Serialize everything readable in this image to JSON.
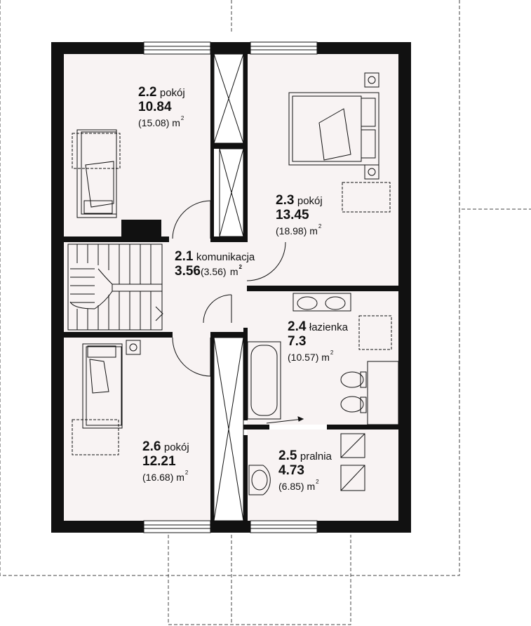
{
  "units": {
    "area": "m",
    "exp": "2"
  },
  "rooms": [
    {
      "id": "r22",
      "number": "2.2",
      "name": "pokój",
      "area": "10.84",
      "total": "(15.08)"
    },
    {
      "id": "r23",
      "number": "2.3",
      "name": "pokój",
      "area": "13.45",
      "total": "(18.98)"
    },
    {
      "id": "r21",
      "number": "2.1",
      "name": "komunikacja",
      "area": "3.56",
      "total": "(3.56)"
    },
    {
      "id": "r24",
      "number": "2.4",
      "name": "łazienka",
      "area": "7.3",
      "total": "(10.57)"
    },
    {
      "id": "r26",
      "number": "2.6",
      "name": "pokój",
      "area": "12.21",
      "total": "(16.68)"
    },
    {
      "id": "r25",
      "number": "2.5",
      "name": "pralnia",
      "area": "4.73",
      "total": "(6.85)"
    }
  ]
}
